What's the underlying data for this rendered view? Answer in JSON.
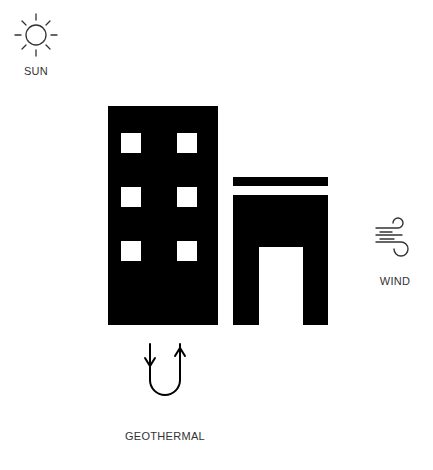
{
  "diagram": {
    "labels": [
      "SUN",
      "WIND",
      "GEOTHERMAL"
    ]
  }
}
